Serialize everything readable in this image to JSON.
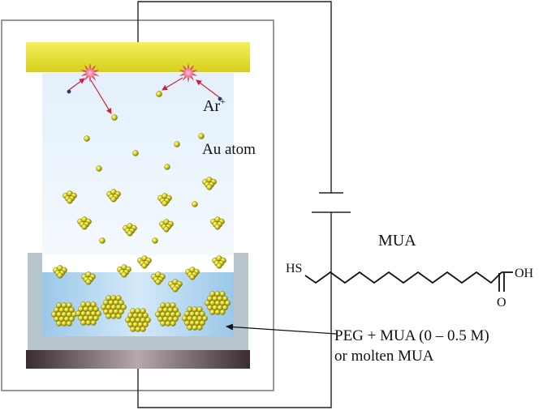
{
  "labels": {
    "ar_ion": "Ar",
    "ar_charge": "+",
    "au_atom": "Au atom",
    "mua": "MUA",
    "hs": "HS",
    "oh": "OH",
    "o": "O",
    "solution_line1": "PEG + MUA (0 – 0.5 M)",
    "solution_line2": "or molten MUA"
  },
  "colors": {
    "target": "#e8e22a",
    "plasma": "#eaf4fb",
    "chamber": "#777777",
    "liquid": "#aed3ee",
    "container": "#b9c5cc",
    "stage": "#4a3a3f",
    "gold": "#d9d21e",
    "spark": "#e84a6a",
    "wire": "#222222"
  }
}
